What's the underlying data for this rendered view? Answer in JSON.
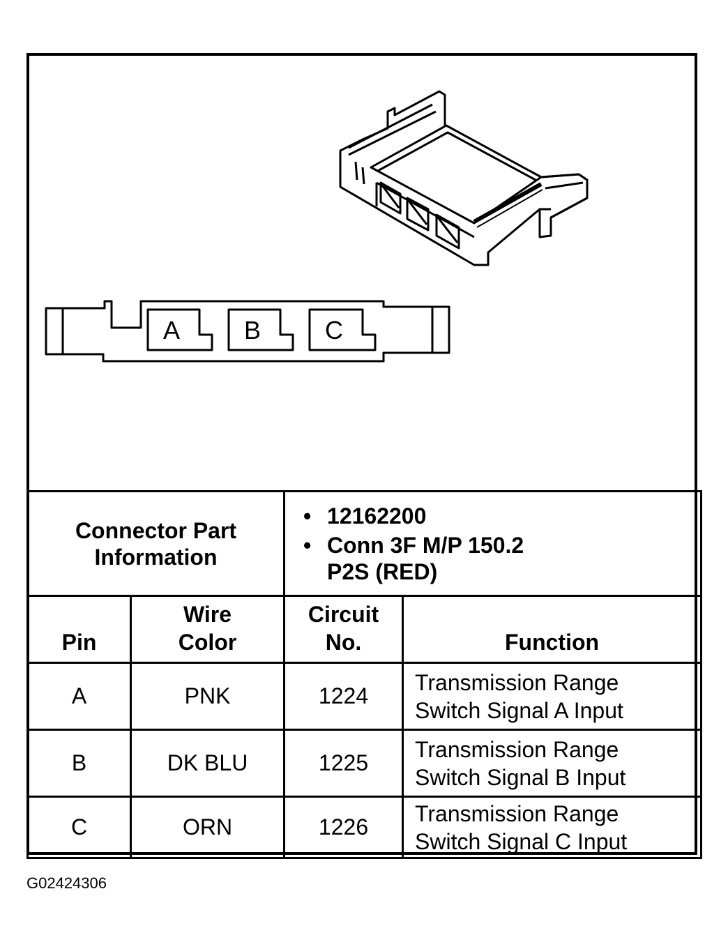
{
  "connector": {
    "pins": [
      "A",
      "B",
      "C"
    ]
  },
  "part_info": {
    "label_line1": "Connector Part",
    "label_line2": "Information",
    "items": [
      "12162200",
      "Conn 3F M/P 150.2"
    ],
    "item2_line2": "P2S (RED)"
  },
  "table": {
    "headers": {
      "pin": "Pin",
      "wire_line1": "Wire",
      "wire_line2": "Color",
      "circuit_line1": "Circuit",
      "circuit_line2": "No.",
      "function": "Function"
    },
    "rows": [
      {
        "pin": "A",
        "color": "PNK",
        "circuit": "1224",
        "function_line1": "Transmission Range",
        "function_line2": "Switch Signal A Input"
      },
      {
        "pin": "B",
        "color": "DK BLU",
        "circuit": "1225",
        "function_line1": "Transmission Range",
        "function_line2": "Switch Signal B Input"
      },
      {
        "pin": "C",
        "color": "ORN",
        "circuit": "1226",
        "function_line1": "Transmission Range",
        "function_line2": "Switch Signal C Input"
      }
    ]
  },
  "figure_code": "G02424306"
}
